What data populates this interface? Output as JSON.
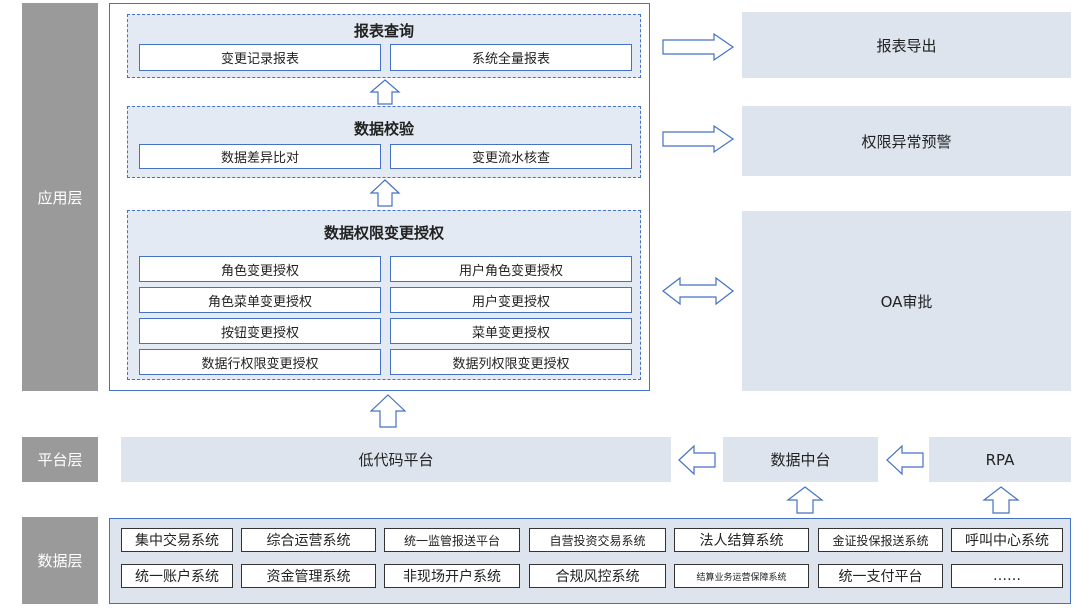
{
  "layers": {
    "application": "应用层",
    "platform": "平台层",
    "data": "数据层"
  },
  "app": {
    "report_query": {
      "title": "报表查询",
      "items": [
        "变更记录报表",
        "系统全量报表"
      ]
    },
    "data_check": {
      "title": "数据校验",
      "items": [
        "数据差异比对",
        "变更流水核查"
      ]
    },
    "permission_change": {
      "title": "数据权限变更授权",
      "items": [
        "角色变更授权",
        "用户角色变更授权",
        "角色菜单变更授权",
        "用户变更授权",
        "按钮变更授权",
        "菜单变更授权",
        "数据行权限变更授权",
        "数据列权限变更授权"
      ]
    }
  },
  "side_panels": {
    "report_export": "报表导出",
    "permission_alert": "权限异常预警",
    "oa_approval": "OA审批"
  },
  "platform": {
    "low_code": "低代码平台",
    "data_center": "数据中台",
    "rpa": "RPA"
  },
  "data_systems": [
    "集中交易系统",
    "综合运营系统",
    "统一监管报送平台",
    "自营投资交易系统",
    "法人结算系统",
    "金证投保报送系统",
    "呼叫中心系统",
    "统一账户系统",
    "资金管理系统",
    "非现场开户系统",
    "合规风控系统",
    "结算业务运营保障系统",
    "统一支付平台",
    "……"
  ]
}
